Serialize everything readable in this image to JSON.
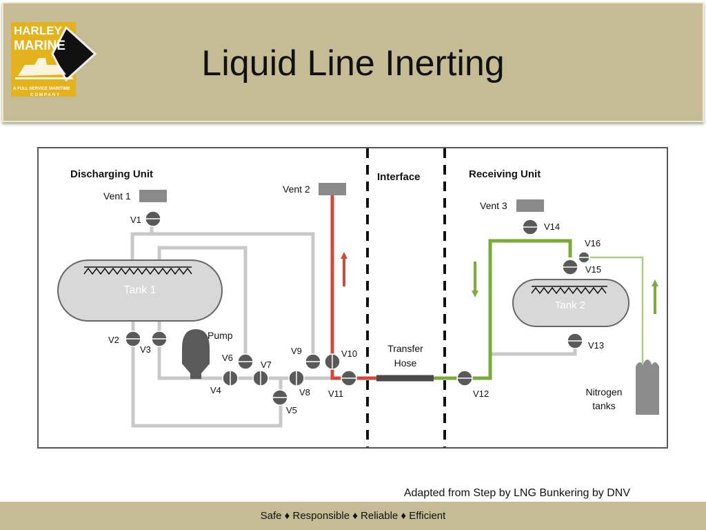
{
  "slide": {
    "title": "Liquid Line Inerting",
    "credit": "Adapted from Step by LNG Bunkering by DNV",
    "tagline": "Safe ♦ Responsible ♦ Reliable ♦ Efficient"
  },
  "logo": {
    "word1": "HARLEY",
    "word2": "MARINE",
    "sub1": "A FULL SERVICE MARITIME",
    "sub2": "COMPANY",
    "color_yellow": "#e3b21c",
    "color_black": "#111111"
  },
  "diagram": {
    "sections": {
      "discharging": "Discharging Unit",
      "interface": "Interface",
      "receiving": "Receiving Unit"
    },
    "tanks": {
      "tank1": "Tank 1",
      "tank2": "Tank 2"
    },
    "vents": {
      "vent1": "Vent 1",
      "vent2": "Vent 2",
      "vent3": "Vent 3"
    },
    "pump": "Pump",
    "hose": {
      "line1": "Transfer",
      "line2": "Hose"
    },
    "nitrogen": {
      "line1": "Nitrogen",
      "line2": "tanks"
    },
    "valves": {
      "v1": "V1",
      "v2": "V2",
      "v3": "V3",
      "v4": "V4",
      "v5": "V5",
      "v6": "V6",
      "v7": "V7",
      "v8": "V8",
      "v9": "V9",
      "v10": "V10",
      "v11": "V11",
      "v12": "V12",
      "v13": "V13",
      "v14": "V14",
      "v15": "V15",
      "v16": "V16"
    },
    "colors": {
      "pipe_gray": "#c8c8c8",
      "red_line": "#d04a3c",
      "green_line": "#7cab3c",
      "light_green_line": "#a9cd80",
      "valve": "#595959",
      "tank_fill": "#d8d8d8"
    }
  }
}
